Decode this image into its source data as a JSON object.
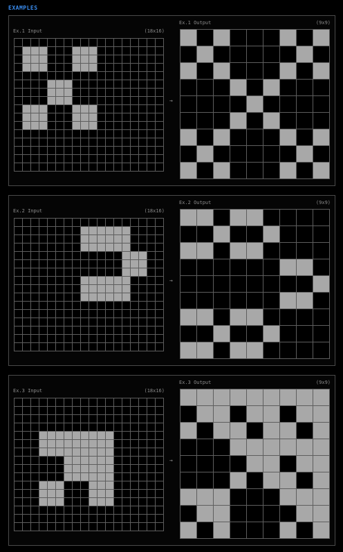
{
  "header": {
    "title": "EXAMPLES"
  },
  "examples": [
    {
      "input_label": "Ex.1 Input",
      "input_size": "(18x16)",
      "output_label": "Ex.1 Output",
      "output_size": "(9x9)",
      "arrow": "→",
      "input": [
        "000000000000000000",
        "011100011100000000",
        "011100011100000000",
        "011100011100000000",
        "000000000000000000",
        "000011100000000000",
        "000011100000000000",
        "000011100000000000",
        "011100011100000000",
        "011100011100000000",
        "011100011100000000",
        "000000000000000000",
        "000000000000000000",
        "000000000000000000",
        "000000000000000000",
        "000000000000000000"
      ],
      "output": [
        "101000101",
        "010000010",
        "101000101",
        "000101000",
        "000010000",
        "000101000",
        "101000101",
        "010000010",
        "101000101"
      ]
    },
    {
      "input_label": "Ex.2 Input",
      "input_size": "(18x16)",
      "output_label": "Ex.2 Output",
      "output_size": "(9x9)",
      "arrow": "→",
      "input": [
        "000000000000000000",
        "000000001111110000",
        "000000001111110000",
        "000000001111110000",
        "000000000000011100",
        "000000000000011100",
        "000000000000011100",
        "000000001111110000",
        "000000001111110000",
        "000000001111110000",
        "000000000000000000",
        "000000000000000000",
        "000000000000000000",
        "000000000000000000",
        "000000000000000000",
        "000000000000000000"
      ],
      "output": [
        "110110000",
        "001001000",
        "110110000",
        "000000110",
        "000000001",
        "000000110",
        "110110000",
        "001001000",
        "110110000"
      ]
    },
    {
      "input_label": "Ex.3 Input",
      "input_size": "(18x16)",
      "output_label": "Ex.3 Output",
      "output_size": "(9x9)",
      "arrow": "→",
      "input": [
        "000000000000000000",
        "000000000000000000",
        "000000000000000000",
        "000000000000000000",
        "000111111111000000",
        "000111111111000000",
        "000111111111000000",
        "000000111111000000",
        "000000111111000000",
        "000000111111000000",
        "000111000111000000",
        "000111000111000000",
        "000111000111000000",
        "000000000000000000",
        "000000000000000000",
        "000000000000000000"
      ],
      "output": [
        "111111111",
        "011011011",
        "101101101",
        "000111111",
        "000011011",
        "000101101",
        "111000111",
        "011000011",
        "101000101"
      ]
    }
  ]
}
